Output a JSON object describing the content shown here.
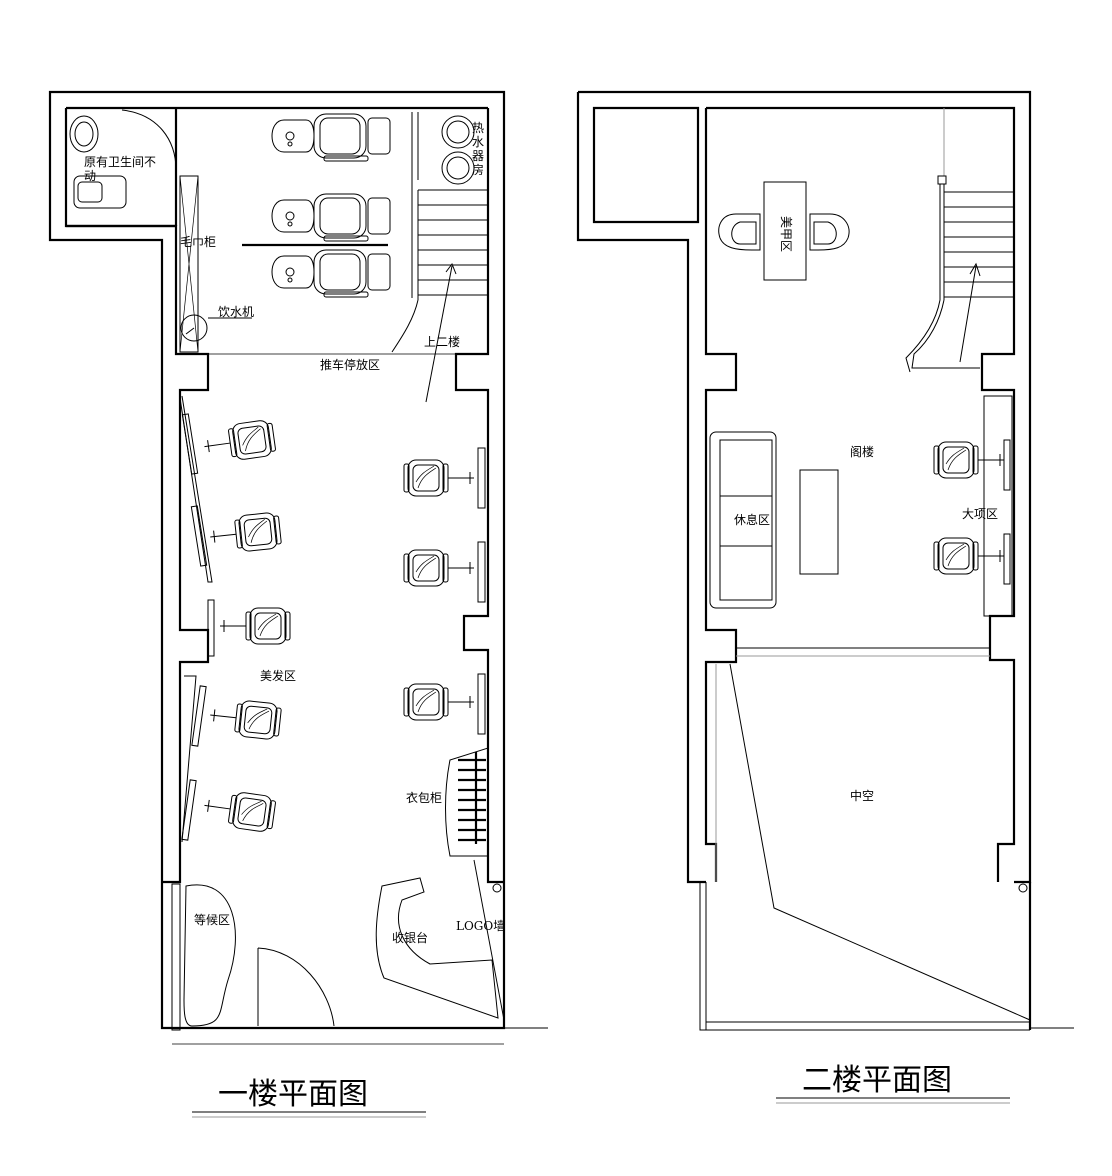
{
  "floor1": {
    "title": "一楼平面图",
    "labels": {
      "bathroom": "原有卫生间不",
      "bathroom2": "动",
      "water_heater_1": "热",
      "water_heater_2": "水",
      "water_heater_3": "器",
      "water_heater_4": "房",
      "towel_cabinet": "毛巾柜",
      "water_dispenser": "饮水机",
      "upstairs": "上二楼",
      "cart_parking": "推车停放区",
      "hair_area": "美发区",
      "coat_cabinet": "衣包柜",
      "waiting_area": "等候区",
      "cashier": "收银台",
      "logo_wall": "LOGO墙"
    }
  },
  "floor2": {
    "title": "二楼平面图",
    "labels": {
      "nail_area": "美甲区",
      "loft": "阁楼",
      "rest_area": "休息区",
      "major_area": "大项区",
      "void": "中空"
    }
  }
}
